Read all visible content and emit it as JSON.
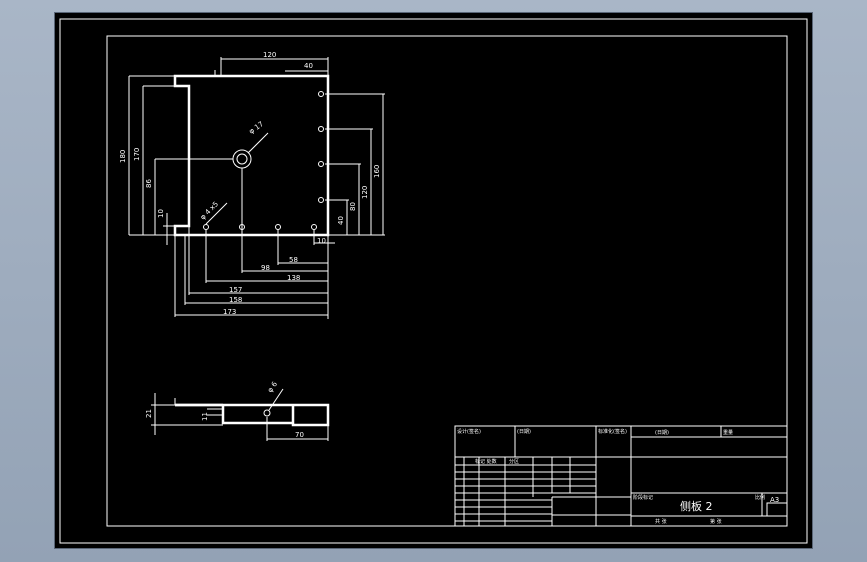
{
  "drawing": {
    "part_name": "侧板 2",
    "sheet_size": "A3"
  },
  "front_view": {
    "dims": {
      "top_width": "120",
      "top_offset": "40",
      "height_overall": "180",
      "height_left": "170",
      "hole_height": "86",
      "notch_height": "10",
      "hole_diameter": "φ 17",
      "small_holes": "φ 4 x5",
      "right_span": "160",
      "right_120": "120",
      "right_80": "80",
      "right_40": "40",
      "right_10": "10",
      "b58": "58",
      "b98": "98",
      "b138": "138",
      "b157": "157",
      "b158": "158",
      "b173": "173"
    }
  },
  "side_view": {
    "dims": {
      "height": "21",
      "thick": "11",
      "hole": "φ 6",
      "len": "70"
    }
  },
  "title_block": {
    "cell_a": "设计(签名)",
    "cell_b": "(日期)",
    "cell_c": "标准化(签名)",
    "cell_d": "(日期)",
    "cell_e": "标记 处数",
    "cell_f": "分区",
    "cell_g": "阶段标记",
    "cell_h": "重量",
    "cell_i": "比例",
    "cell_j": "共 张",
    "cell_k": "第 张"
  }
}
